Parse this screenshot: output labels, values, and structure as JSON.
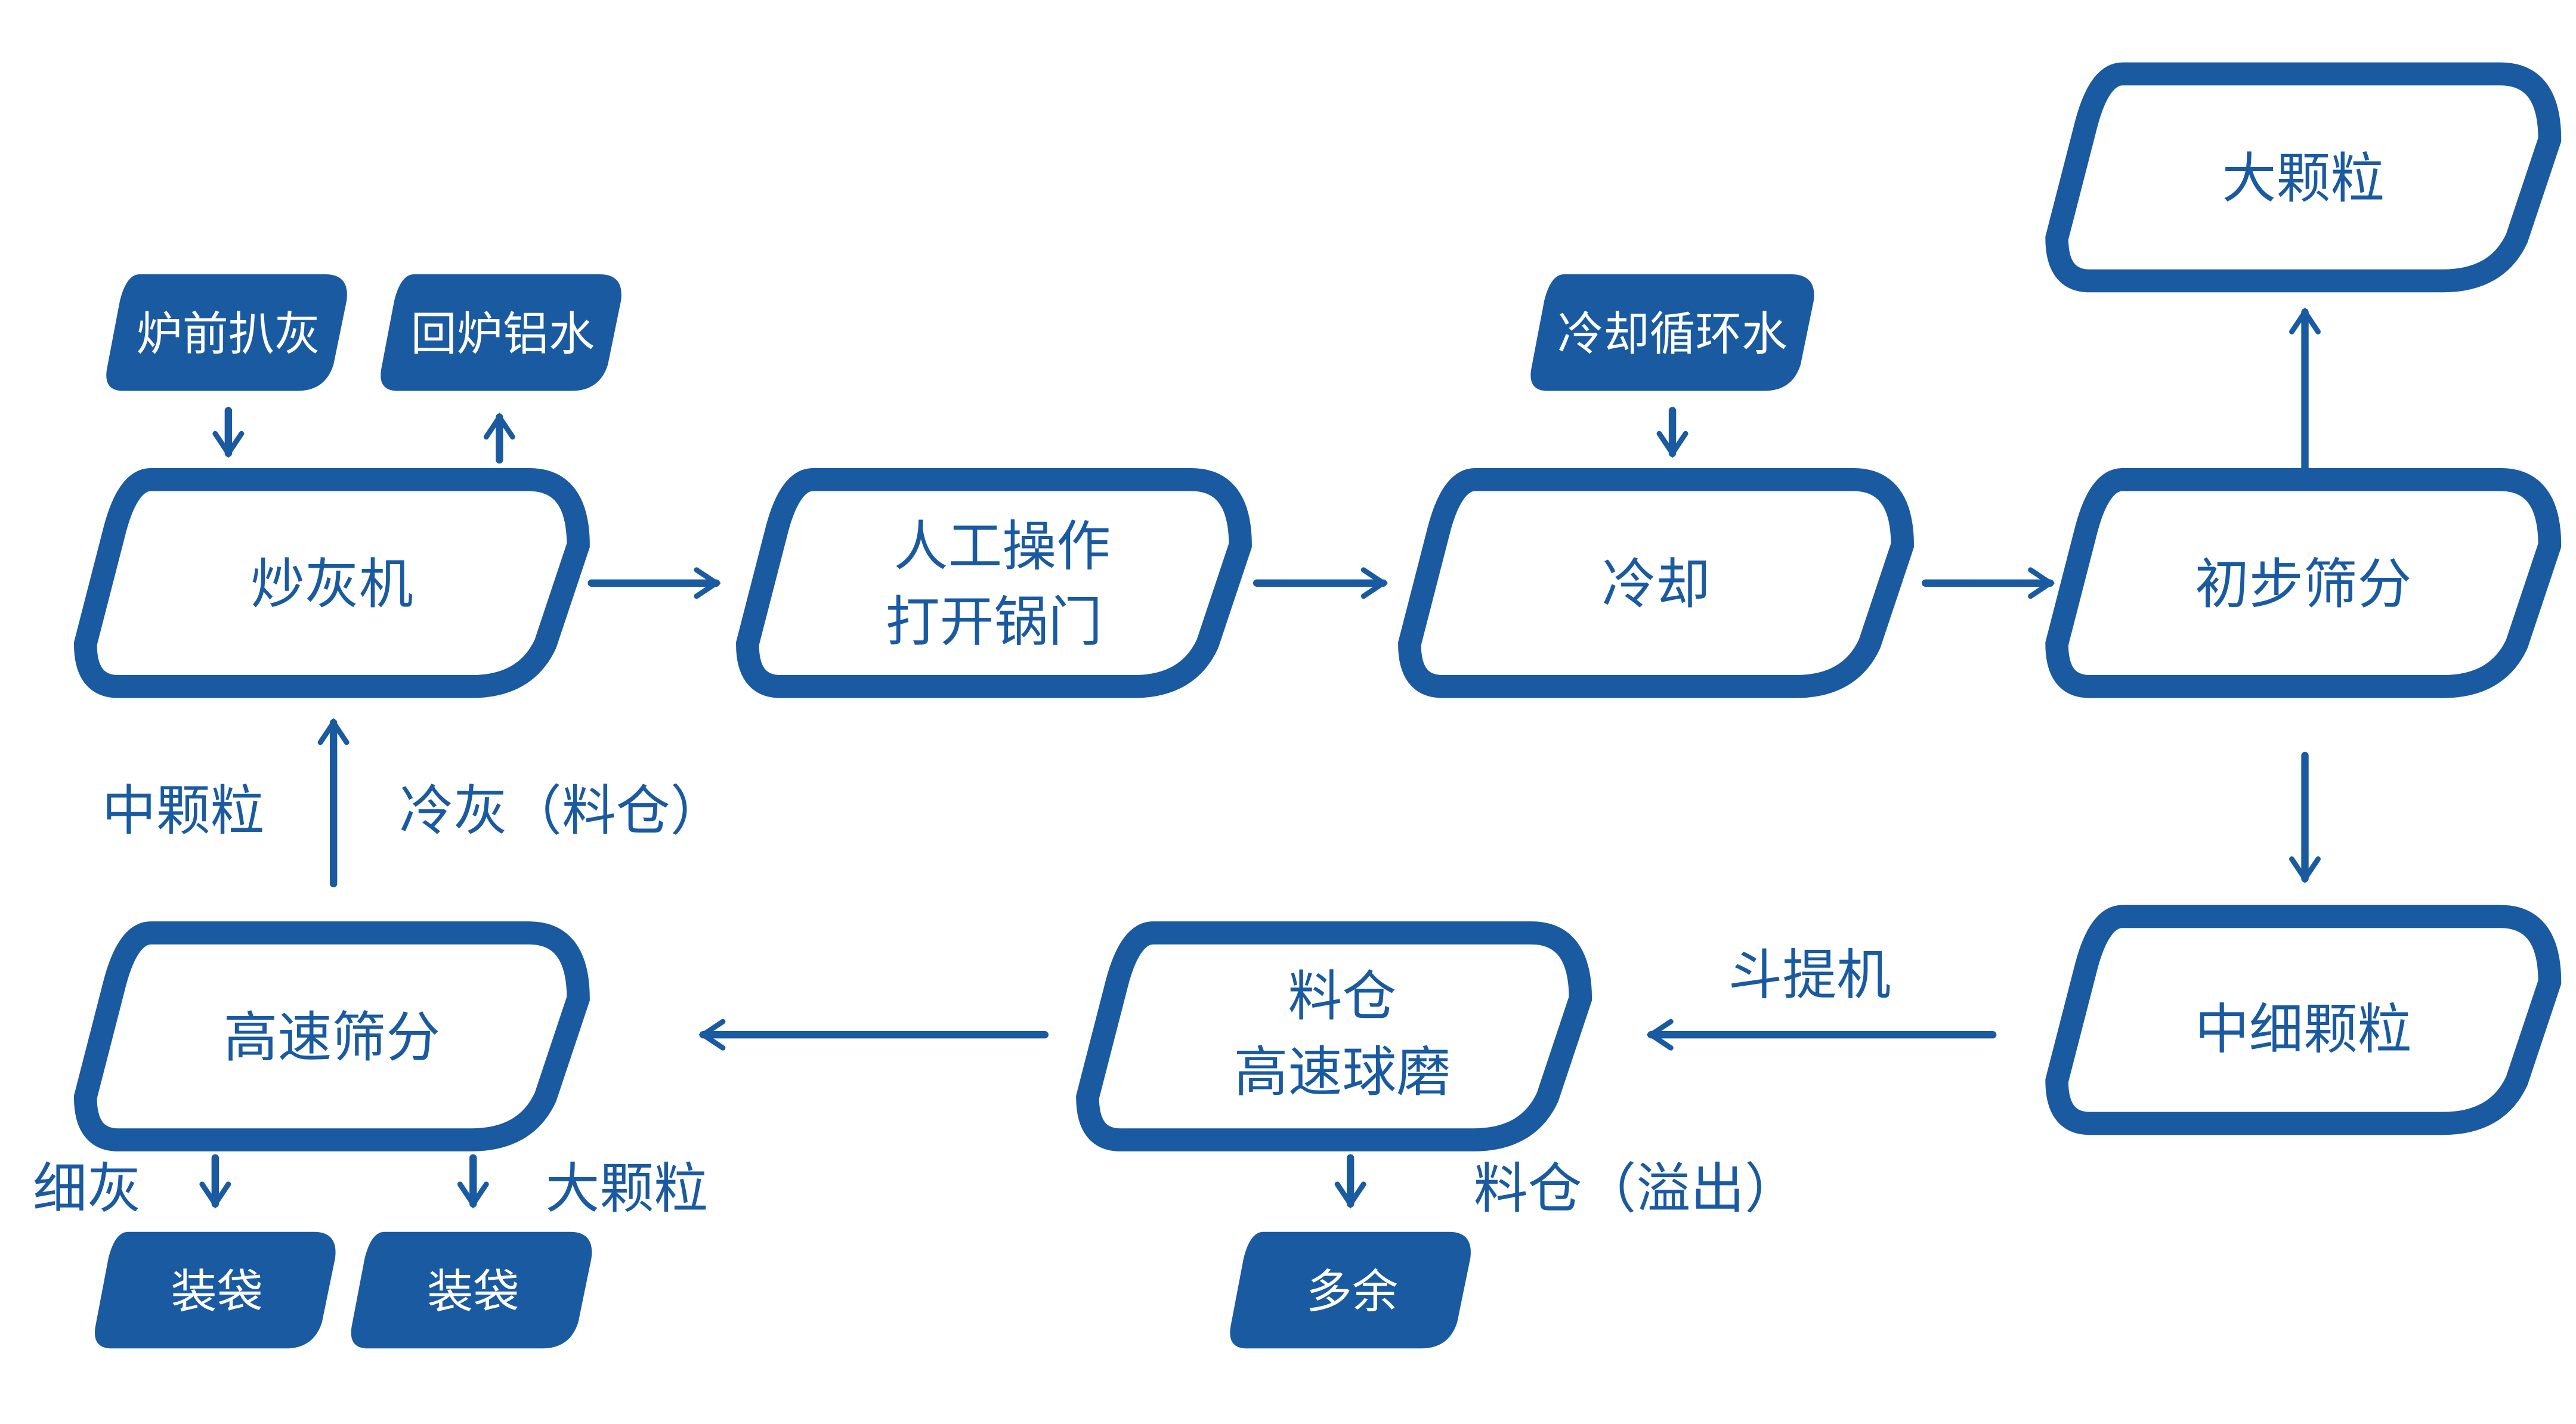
{
  "theme": {
    "primary": "#1a5aa0",
    "background": "#ffffff",
    "inverse_text": "#ffffff"
  },
  "nodes": {
    "chaohuiji": "炒灰机",
    "rengong_line1": "人工操作",
    "rengong_line2": "打开锅门",
    "lengque": "冷却",
    "chubu_shaifen": "初步筛分",
    "da_keli_top": "大颗粒",
    "zhongxi_keli": "中细颗粒",
    "liaocang_line1": "料仓",
    "liaocang_line2": "高速球磨",
    "gaosu_shaifen": "高速筛分"
  },
  "inputs": {
    "luqian_pahui": "炉前扒灰",
    "huilu_lvshui": "回炉铝水",
    "lengque_xunhuanshui": "冷却循环水",
    "zhuangdai_1": "装袋",
    "zhuangdai_2": "装袋",
    "duoyu": "多余"
  },
  "edge_labels": {
    "zhong_keli": "中颗粒",
    "leng_hui": "冷灰（料仓）",
    "xi_hui": "细灰",
    "da_keli_bottom": "大颗粒",
    "dou_tiji": "斗提机",
    "liaocang_yichu": "料仓（溢出）"
  }
}
